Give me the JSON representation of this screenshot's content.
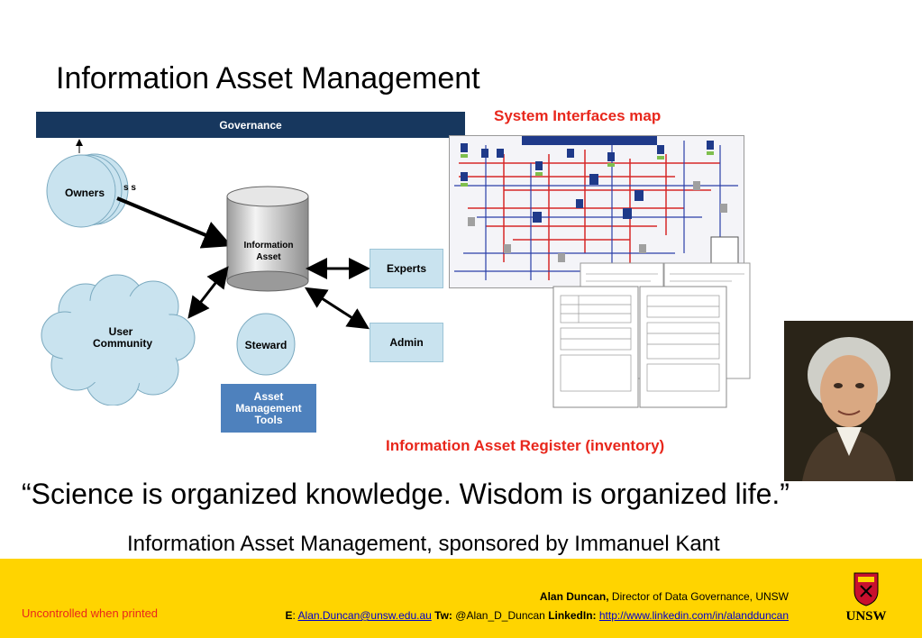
{
  "title": "Information Asset Management",
  "diagram": {
    "governance": "Governance",
    "owners": "Owners",
    "owners_back": "s s",
    "asset_line1": "Information",
    "asset_line2": "Asset",
    "experts": "Experts",
    "admin": "Admin",
    "user_line1": "User",
    "user_line2": "Community",
    "steward": "Steward",
    "tools": "Asset Management Tools"
  },
  "labels": {
    "system_interfaces": "System Interfaces map",
    "register": "Information Asset Register (inventory)"
  },
  "quote": "“Science is organized knowledge. Wisdom is organized life.”",
  "subtitle": "Information Asset Management, sponsored by Immanuel Kant",
  "footer": {
    "uncontrolled": "Uncontrolled when printed",
    "author_name": "Alan Duncan,",
    "author_role": " Director of Data Governance, UNSW",
    "email_label": "E",
    "email_sep": ": ",
    "email": "Alan.Duncan@unsw.edu.au",
    "tw_label": " Tw:",
    "tw_value": " @Alan_D_Duncan ",
    "li_label": "LinkedIn:",
    "li_url": "http://www.linkedin.com/in/alandduncan",
    "logo_text": "UNSW"
  },
  "colors": {
    "governance_bar": "#17375e",
    "accent_red": "#e8271c",
    "footer_yellow": "#ffd400",
    "bubble": "#c9e3ef",
    "tools_box": "#4e81bd"
  }
}
